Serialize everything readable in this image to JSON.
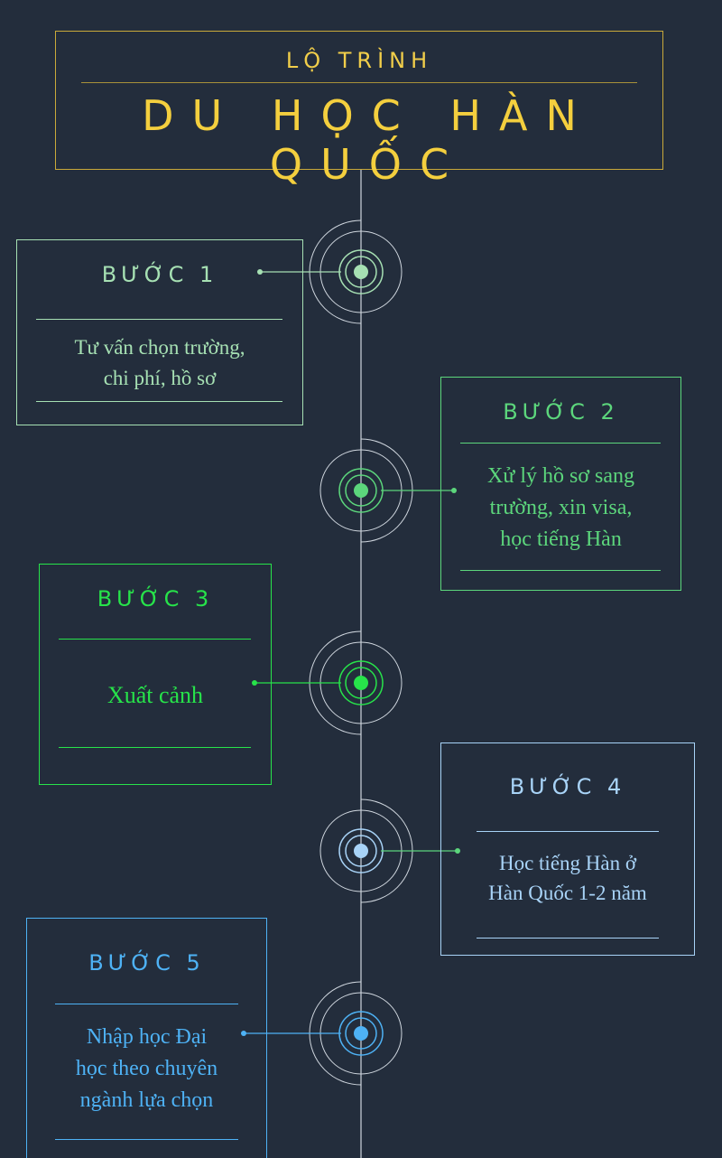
{
  "header": {
    "subtitle": "LỘ TRÌNH",
    "title": "DU HỌC HÀN QUỐC",
    "color": "#f4cf3e"
  },
  "steps": [
    {
      "label": "BƯỚC 1",
      "desc_lines": [
        "Tư vấn chọn trường,",
        "chi phí, hồ sơ"
      ],
      "color": "#a6e0b3"
    },
    {
      "label": "BƯỚC 2",
      "desc_lines": [
        "Xử lý hồ sơ sang",
        "trường, xin visa,",
        "học tiếng Hàn"
      ],
      "color": "#5cd67c"
    },
    {
      "label": "BƯỚC 3",
      "desc_lines": [
        "Xuất cảnh"
      ],
      "color": "#27e34a"
    },
    {
      "label": "BƯỚC 4",
      "desc_lines": [
        "Học tiếng Hàn ở",
        "Hàn Quốc 1-2 năm"
      ],
      "color": "#a8d3f7"
    },
    {
      "label": "BƯỚC 5",
      "desc_lines": [
        "Nhập học Đại",
        "học theo chuyên",
        "ngành lựa chọn"
      ],
      "color": "#4eb2f5"
    }
  ],
  "timeline_color": "#cfd6de"
}
